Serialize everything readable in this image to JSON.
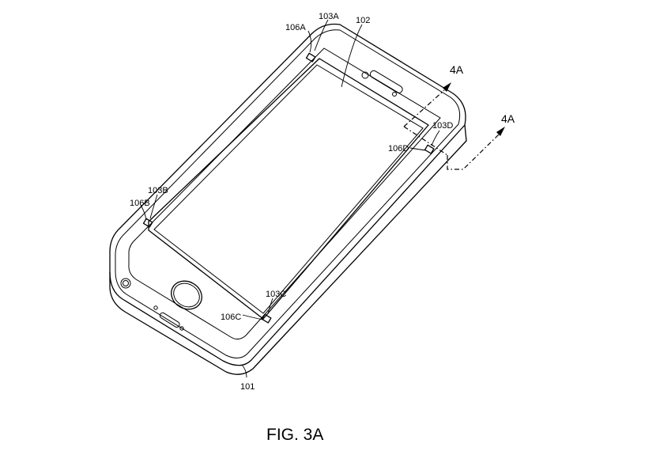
{
  "figure": {
    "caption": "FIG. 3A",
    "labels": {
      "body": "101",
      "display": "102",
      "clip_a": "103A",
      "clip_b": "103B",
      "clip_c": "103C",
      "clip_d": "103D",
      "adhesive_a": "106A",
      "adhesive_b": "106B",
      "adhesive_c": "106C",
      "adhesive_d": "106D",
      "section_upper": "4A",
      "section_lower": "4A"
    }
  }
}
